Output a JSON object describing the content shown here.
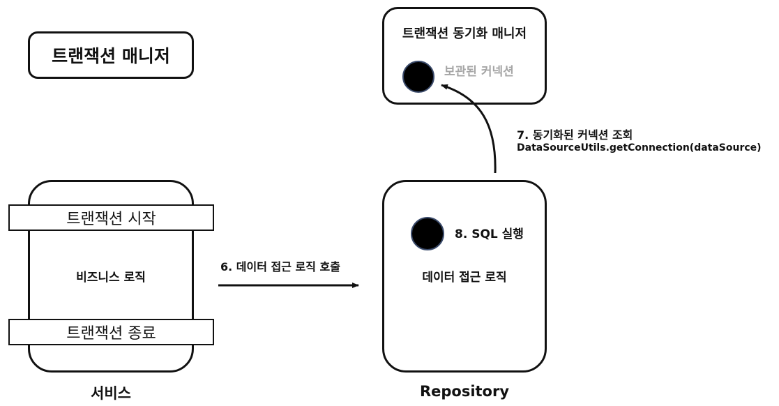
{
  "transaction_manager": {
    "title": "트랜잭션 매니저"
  },
  "sync_manager": {
    "title": "트랜잭션 동기화 매니저",
    "stored_connection_label": "보관된 커넥션"
  },
  "service": {
    "tx_start": "트랜잭션 시작",
    "business_logic": "비즈니스 로직",
    "tx_end": "트랜잭션 종료",
    "caption": "서비스"
  },
  "repository": {
    "sql_step": "8. SQL 실행",
    "data_access_logic": "데이터 접근 로직",
    "caption": "Repository"
  },
  "arrows": {
    "call_label": "6. 데이터 접근 로직 호출",
    "lookup_line1": "7. 동기화된 커넥션 조회",
    "lookup_line2": "DataSourceUtils.getConnection(dataSource)"
  },
  "colors": {
    "stroke": "#111111",
    "muted_text": "#a6a6a6",
    "dot_fill": "#000000",
    "dot_ring": "#3a4a6a"
  }
}
